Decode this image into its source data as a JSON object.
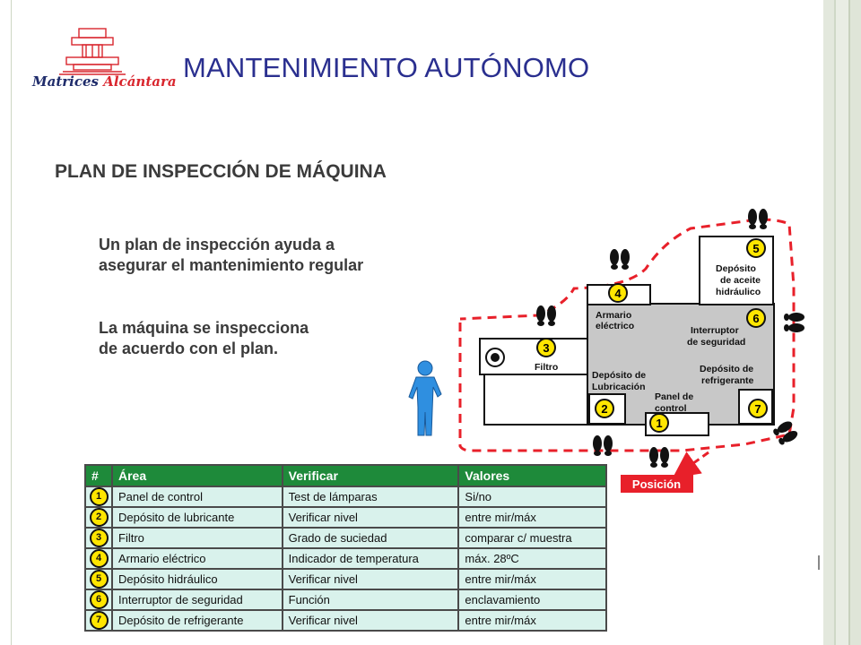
{
  "header": {
    "logo_text_main": "Matrices",
    "logo_text_accent": "Alcántara",
    "title": "MANTENIMIENTO AUTÓNOMO"
  },
  "subtitle": "PLAN DE INSPECCIÓN DE MÁQUINA",
  "intro": {
    "line1": "Un plan de inspección ayuda a",
    "line2": "asegurar el mantenimiento regular",
    "line3": "La máquina se inspecciona",
    "line4": "de acuerdo con el plan."
  },
  "diagram": {
    "labels": {
      "filtro": "Filtro",
      "armario_1": "Armario",
      "armario_2": "eléctrico",
      "aceite_1": "Depósito",
      "aceite_2": "de aceite",
      "aceite_3": "hidráulico",
      "interruptor_1": "Interruptor",
      "interruptor_2": "de seguridad",
      "lubricacion_1": "Depósito de",
      "lubricacion_2": "Lubricación",
      "refrigerante_1": "Depósito de",
      "refrigerante_2": "refrigerante",
      "panel_1": "Panel de",
      "panel_2": "control",
      "posicion": "Posición"
    },
    "markers": [
      "1",
      "2",
      "3",
      "4",
      "5",
      "6",
      "7"
    ],
    "colors": {
      "route": "#e8202a",
      "marker": "#ffe600",
      "machine": "#c8c8c8",
      "person": "#2f8fe0"
    }
  },
  "table": {
    "headers": [
      "#",
      "Área",
      "Verificar",
      "Valores"
    ],
    "rows": [
      {
        "num": "1",
        "area": "Panel de control",
        "verificar": "Test de lámparas",
        "valores": "Si/no"
      },
      {
        "num": "2",
        "area": "Depósito de lubricante",
        "verificar": "Verificar nivel",
        "valores": "entre mir/máx"
      },
      {
        "num": "3",
        "area": "Filtro",
        "verificar": "Grado de suciedad",
        "valores": "comparar c/ muestra"
      },
      {
        "num": "4",
        "area": "Armario eléctrico",
        "verificar": "Indicador de temperatura",
        "valores": "máx. 28ºC"
      },
      {
        "num": "5",
        "area": "Depósito hidráulico",
        "verificar": "Verificar nivel",
        "valores": "entre mir/máx"
      },
      {
        "num": "6",
        "area": "Interruptor de seguridad",
        "verificar": "Función",
        "valores": "enclavamiento"
      },
      {
        "num": "7",
        "area": "Depósito de refrigerante",
        "verificar": "Verificar nivel",
        "valores": "entre mir/máx"
      }
    ]
  }
}
